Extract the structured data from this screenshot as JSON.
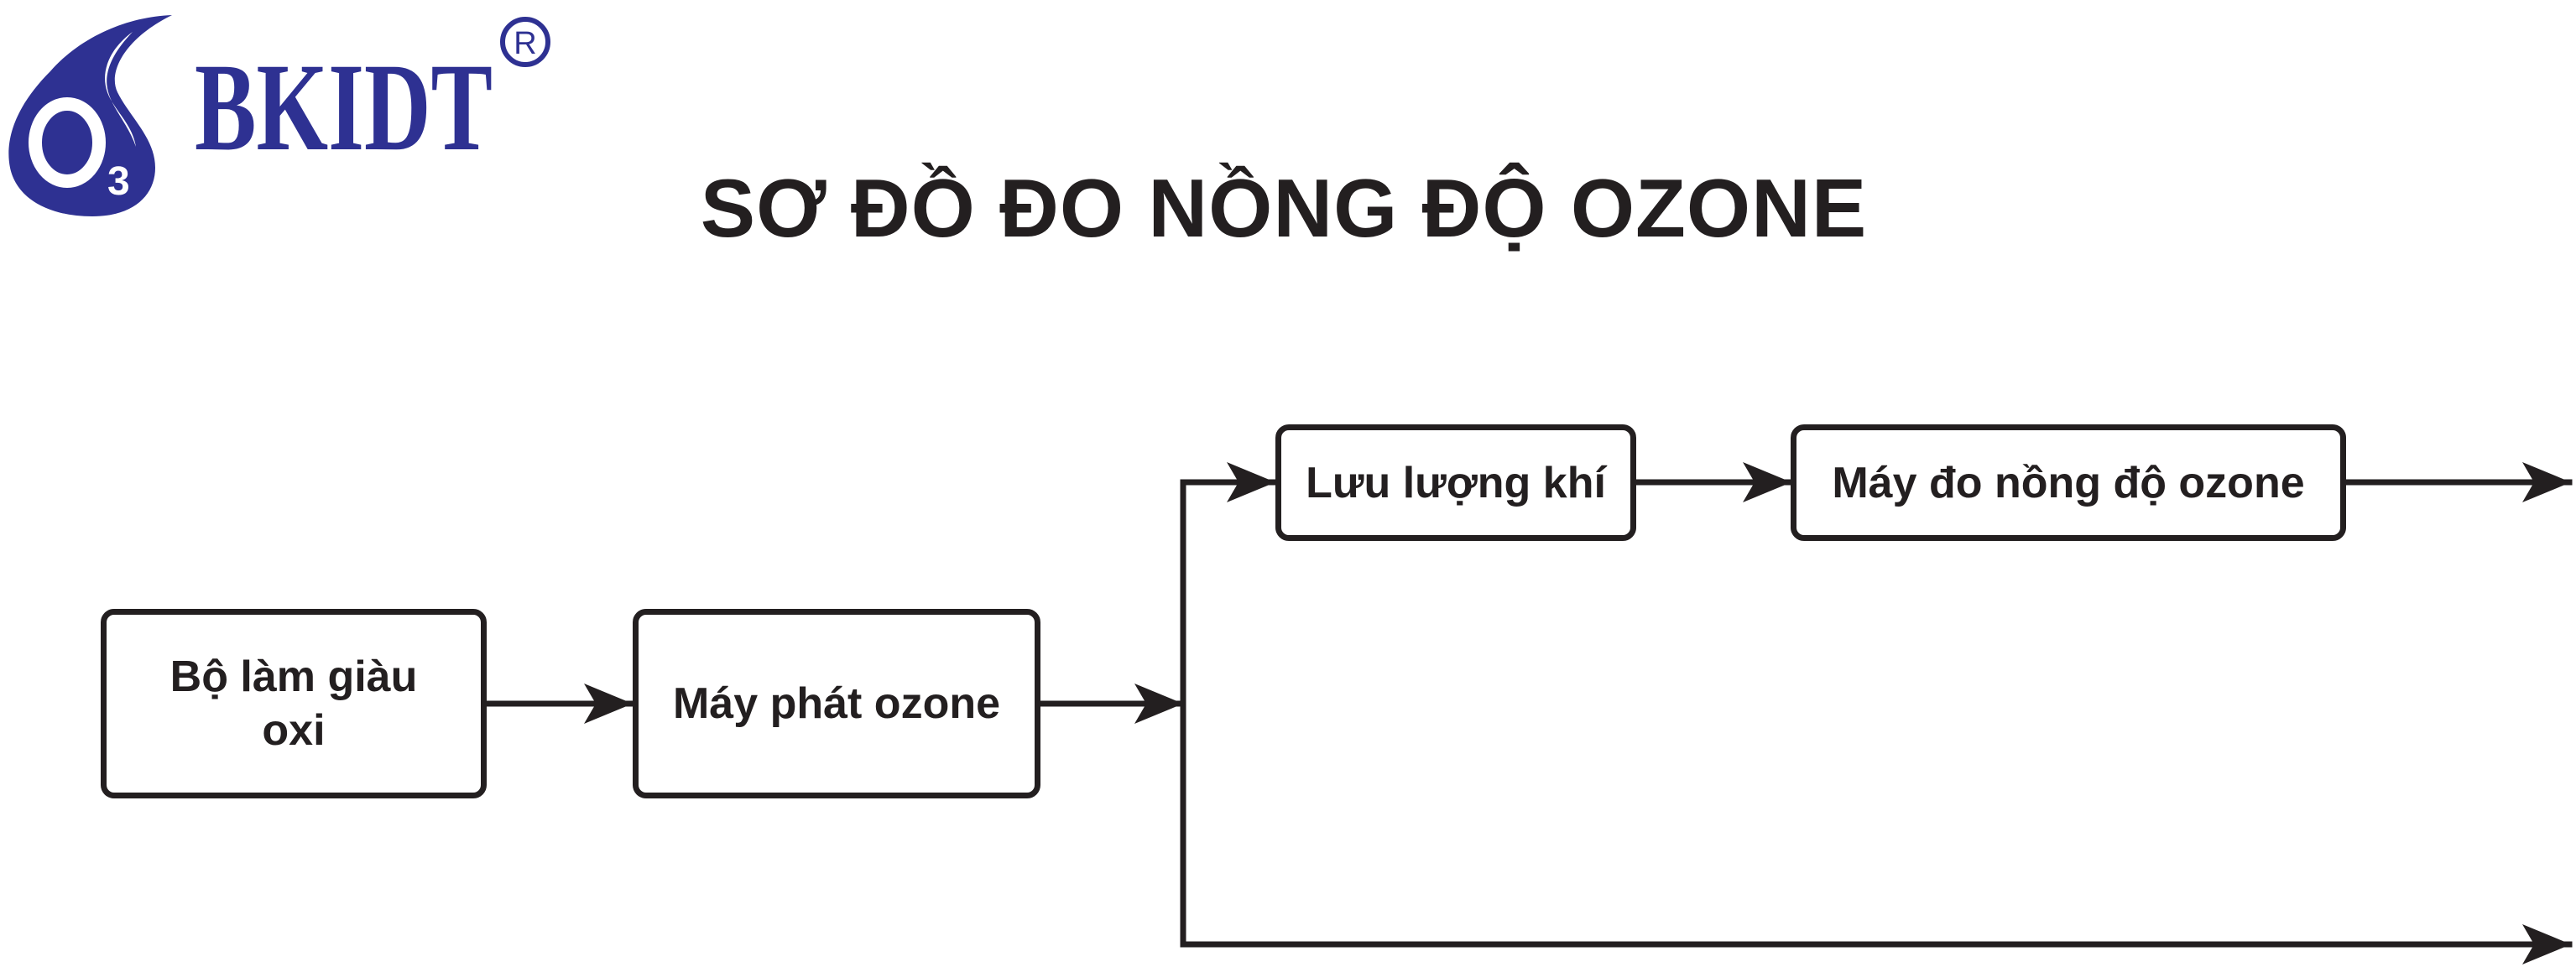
{
  "logo": {
    "brand_text": "BKIDT",
    "registered_mark": "R",
    "emblem_text": "O3",
    "color": "#2e3192"
  },
  "title": "SƠ ĐỒ ĐO NỒNG ĐỘ OZONE",
  "colors": {
    "ink": "#231f20",
    "background": "#ffffff"
  },
  "nodes": {
    "oxygen_concentrator": {
      "label_line1": "Bộ làm giàu",
      "label_line2": "oxi"
    },
    "ozone_generator": {
      "label": "Máy phát ozone"
    },
    "gas_flow": {
      "label": "Lưu lượng khí"
    },
    "ozone_meter": {
      "label": "Máy đo nồng độ ozone"
    }
  },
  "edges": [
    {
      "from": "Bộ làm giàu oxi",
      "to": "Máy phát ozone"
    },
    {
      "from": "Máy phát ozone",
      "to": "split"
    },
    {
      "from": "split",
      "to": "Lưu lượng khí"
    },
    {
      "from": "Lưu lượng khí",
      "to": "Máy đo nồng độ ozone"
    },
    {
      "from": "Máy đo nồng độ ozone",
      "to": "outlet"
    },
    {
      "from": "split",
      "to": "outlet"
    }
  ]
}
